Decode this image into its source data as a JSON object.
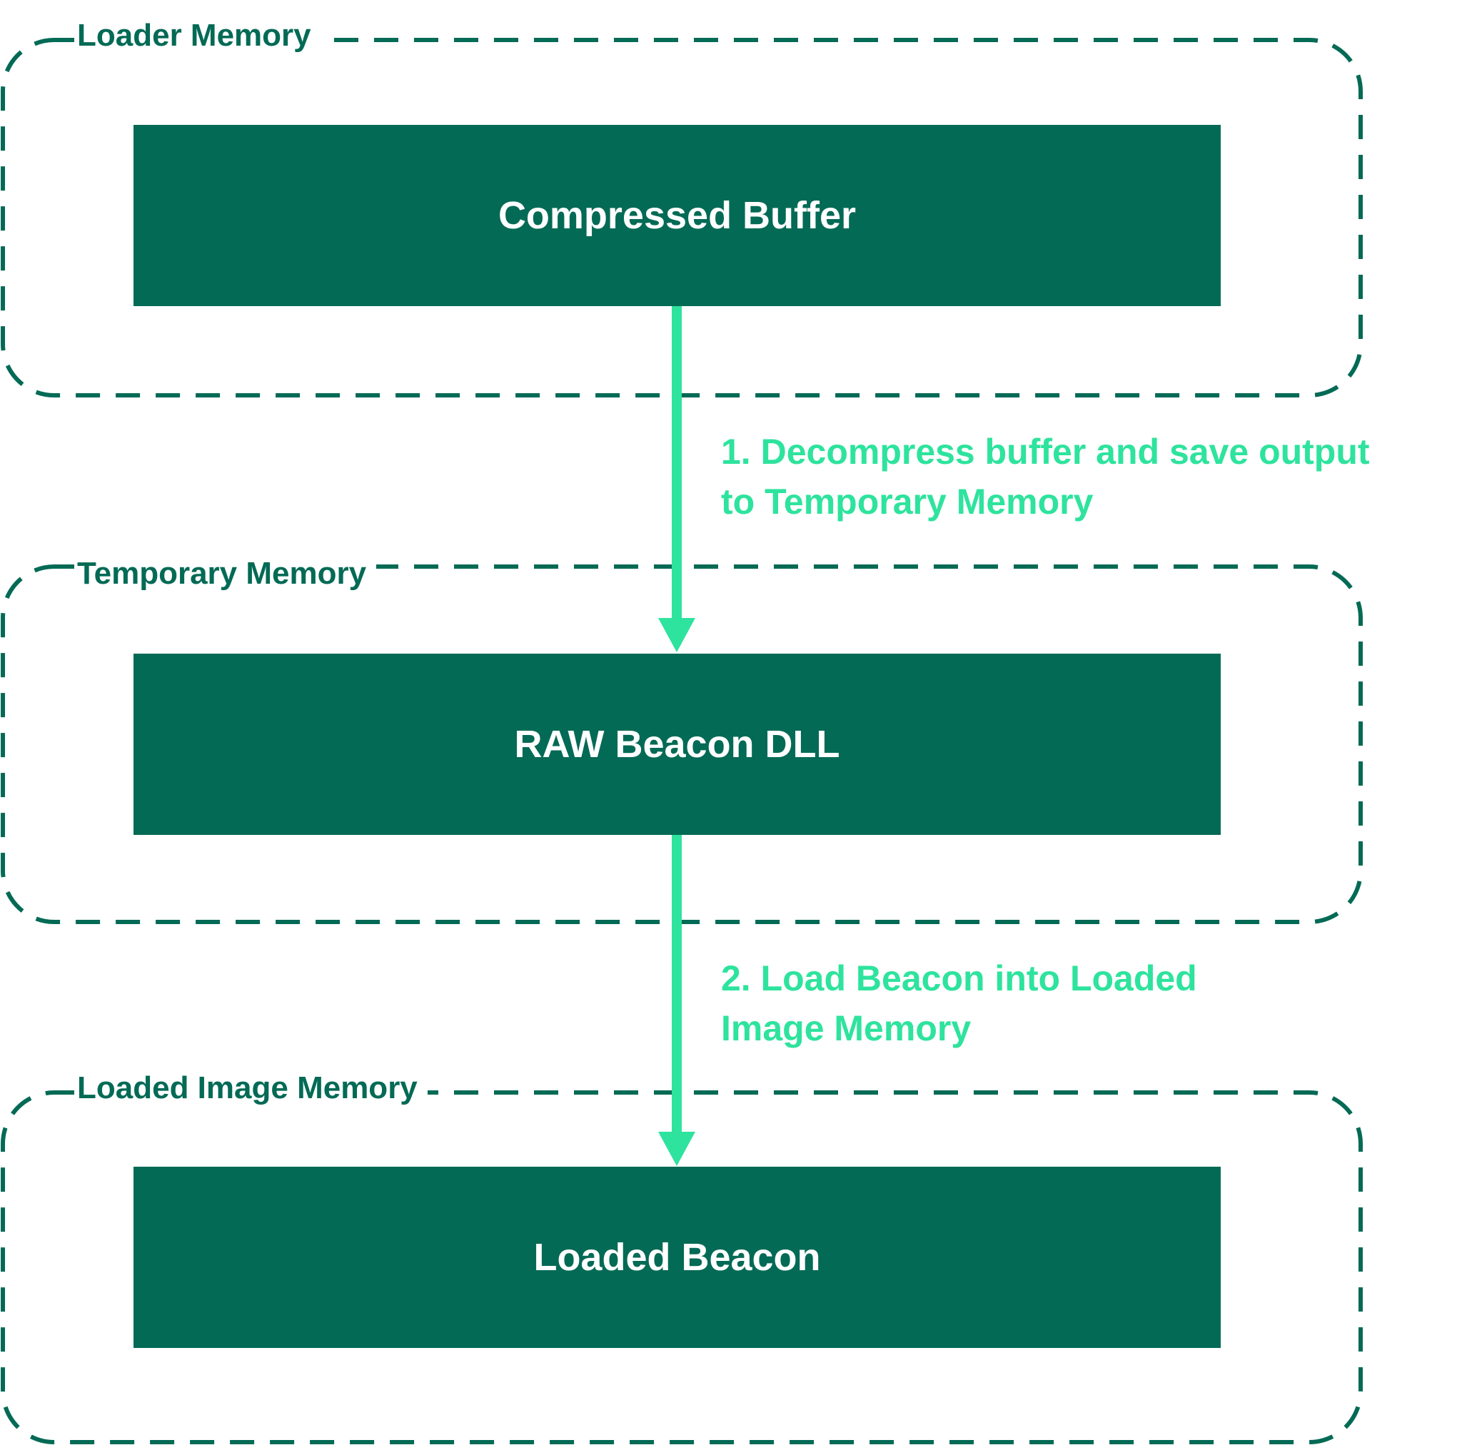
{
  "colors": {
    "region_border": "#036a55",
    "box_fill": "#036a55",
    "box_text": "#ffffff",
    "arrow": "#2ee39d",
    "step_text": "#2ee39d"
  },
  "regions": [
    {
      "label": "Loader Memory",
      "box": "Compressed Buffer"
    },
    {
      "label": "Temporary Memory",
      "box": "RAW Beacon DLL"
    },
    {
      "label": "Loaded Image Memory",
      "box": "Loaded Beacon"
    }
  ],
  "steps": [
    {
      "line1": "1. Decompress buffer and save output",
      "line2": "to Temporary Memory"
    },
    {
      "line1": "2. Load Beacon into Loaded",
      "line2": "Image Memory"
    }
  ]
}
